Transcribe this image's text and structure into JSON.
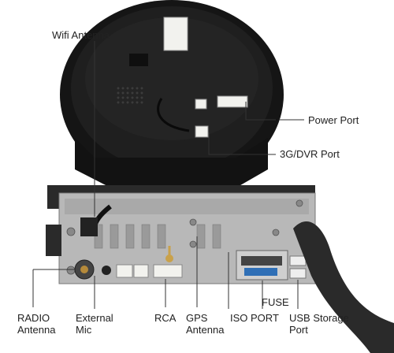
{
  "labels": {
    "wifi_antenna": "Wifi Antenna",
    "power_port": "Power Port",
    "dvr_port": "3G/DVR Port",
    "radio_antenna": "RADIO Antenna",
    "external_mic": "External Mic",
    "rca": "RCA",
    "gps_antenna": "GPS Antenna",
    "iso_port": "ISO PORT",
    "fuse": "FUSE",
    "usb_storage_port": "USB Storage Port"
  },
  "colors": {
    "unit_body": "#1b1b1b",
    "chassis": "#b8b8b8",
    "connector_white": "#f2f2ee",
    "iso_connector": "#2f6fb6",
    "cable_sleeve": "#2a2a2a",
    "leader_line": "#333333"
  }
}
